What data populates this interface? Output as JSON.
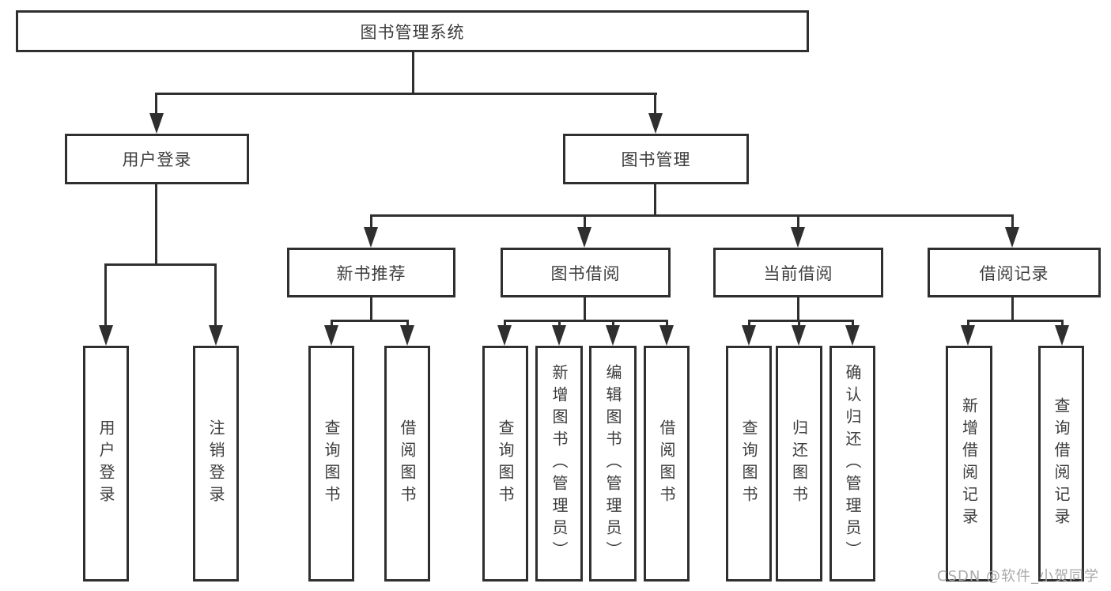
{
  "chart": {
    "root": {
      "label": "图书管理系统"
    },
    "branches": {
      "user_login": {
        "label": "用户登录",
        "children": {
          "login": "用户登录",
          "logout": "注销登录"
        }
      },
      "book_management": {
        "label": "图书管理",
        "sections": {
          "new_book": {
            "label": "新书推荐",
            "children": {
              "query": "查询图书",
              "borrow": "借阅图书"
            }
          },
          "borrowing": {
            "label": "图书借阅",
            "children": {
              "query": "查询图书",
              "add": "新增图书（管理员）",
              "edit": "编辑图书（管理员）",
              "borrow": "借阅图书"
            }
          },
          "current": {
            "label": "当前借阅",
            "children": {
              "query": "查询图书",
              "return": "归还图书",
              "confirm": "确认归还（管理员）"
            }
          },
          "records": {
            "label": "借阅记录",
            "children": {
              "add": "新增借阅记录",
              "query": "查询借阅记录"
            }
          }
        }
      }
    }
  },
  "watermark": "CSDN @软件_小贺同学",
  "colors": {
    "line": "#2f2f2f",
    "text": "#3d3d3d",
    "watermark": "#a9a9a9",
    "background": "#ffffff"
  }
}
